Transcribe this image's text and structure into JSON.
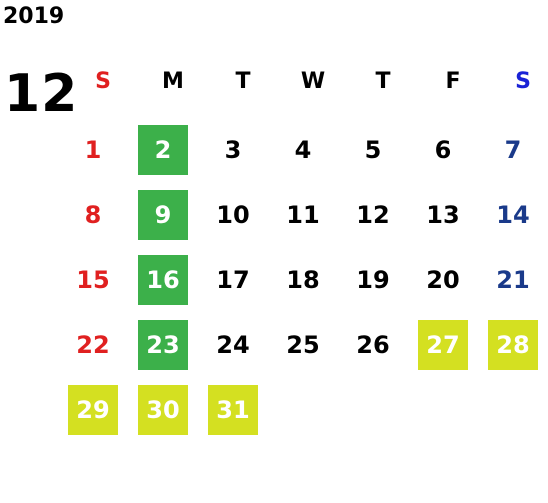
{
  "calendar": {
    "year": "2019",
    "month": "12",
    "weekdays": [
      {
        "label": "S",
        "color": "#e02020"
      },
      {
        "label": "M",
        "color": "#000000"
      },
      {
        "label": "T",
        "color": "#000000"
      },
      {
        "label": "W",
        "color": "#000000"
      },
      {
        "label": "T",
        "color": "#000000"
      },
      {
        "label": "F",
        "color": "#000000"
      },
      {
        "label": "S",
        "color": "#1a22d6"
      }
    ],
    "weeks": [
      [
        "1",
        "2",
        "3",
        "4",
        "5",
        "6",
        "7"
      ],
      [
        "8",
        "9",
        "10",
        "11",
        "12",
        "13",
        "14"
      ],
      [
        "15",
        "16",
        "17",
        "18",
        "19",
        "20",
        "21"
      ],
      [
        "22",
        "23",
        "24",
        "25",
        "26",
        "27",
        "28"
      ],
      [
        "29",
        "30",
        "31",
        "",
        "",
        "",
        ""
      ]
    ],
    "highlight_colors": {
      "green": "#3cb04a",
      "yellow": "#d4e021",
      "sunday_text": "#e02020",
      "saturday_text": "#1a3a8a"
    },
    "green_days": [
      "2",
      "9",
      "16",
      "23"
    ],
    "yellow_days": [
      "27",
      "28",
      "29",
      "30",
      "31"
    ]
  }
}
